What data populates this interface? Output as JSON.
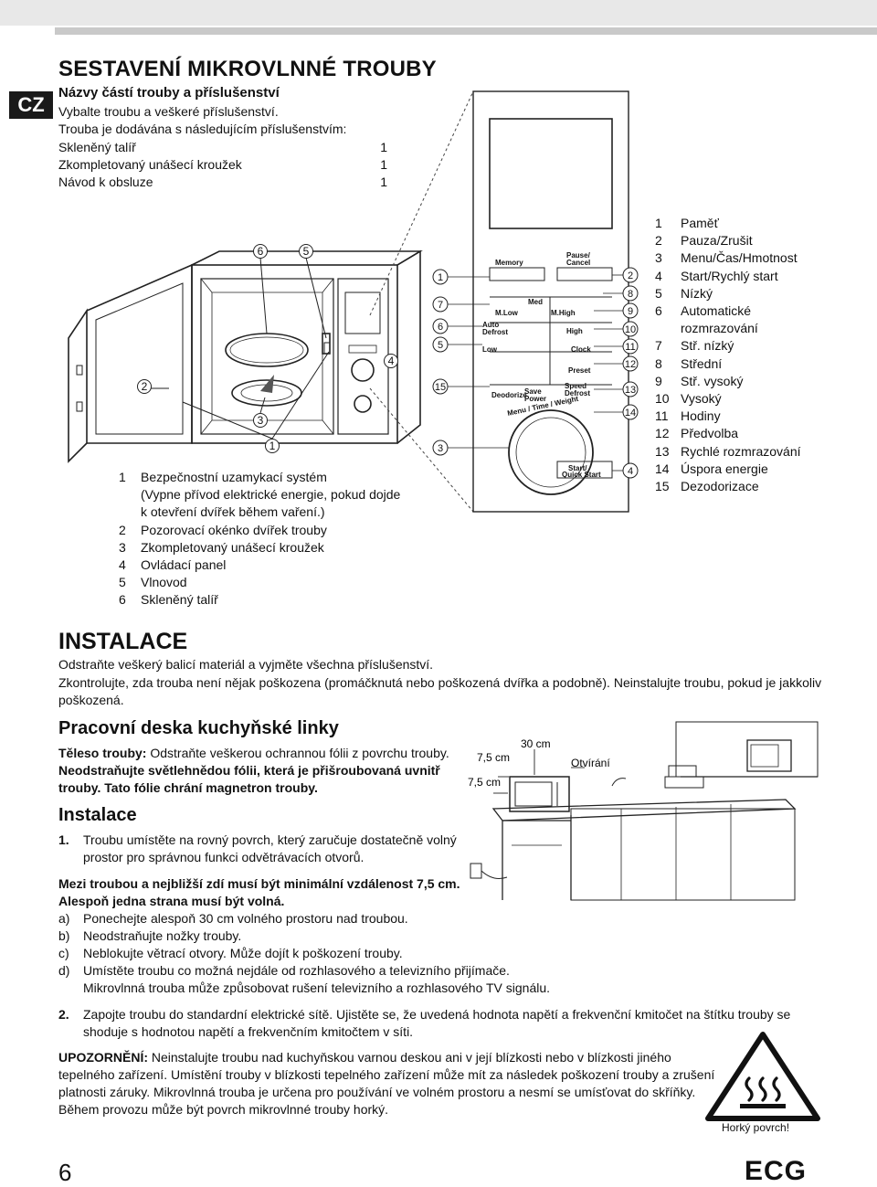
{
  "lang_tab": "CZ",
  "page_number": "6",
  "brand": "ECG",
  "header": {
    "title": "SESTAVENÍ MIKROVLNNÉ TROUBY",
    "subtitle": "Názvy částí trouby a příslušenství",
    "line1": "Vybalte troubu a veškeré příslušenství.",
    "line2": "Trouba je dodávána s následujícím příslušenstvím:"
  },
  "accessories": [
    {
      "name": "Skleněný talíř",
      "qty": "1"
    },
    {
      "name": "Zkompletovaný unášecí kroužek",
      "qty": "1"
    },
    {
      "name": "Návod k obsluze",
      "qty": "1"
    }
  ],
  "oven_parts": [
    {
      "num": "1",
      "text": "Bezpečnostní uzamykací systém"
    },
    {
      "num": "",
      "text": "(Vypne přívod elektrické energie, pokud dojde"
    },
    {
      "num": "",
      "text": "k otevření dvířek během vaření.)"
    },
    {
      "num": "2",
      "text": "Pozorovací okénko dvířek trouby"
    },
    {
      "num": "3",
      "text": "Zkompletovaný unášecí kroužek"
    },
    {
      "num": "4",
      "text": "Ovládací panel"
    },
    {
      "num": "5",
      "text": "Vlnovod"
    },
    {
      "num": "6",
      "text": "Skleněný talíř"
    }
  ],
  "panel_parts": [
    {
      "num": "1",
      "text": "Paměť"
    },
    {
      "num": "2",
      "text": "Pauza/Zrušit"
    },
    {
      "num": "3",
      "text": "Menu/Čas/Hmotnost"
    },
    {
      "num": "4",
      "text": "Start/Rychlý start"
    },
    {
      "num": "5",
      "text": "Nízký"
    },
    {
      "num": "6",
      "text": "Automatické"
    },
    {
      "num": "",
      "text": "rozmrazování"
    },
    {
      "num": "7",
      "text": "Stř. nízký"
    },
    {
      "num": "8",
      "text": "Střední"
    },
    {
      "num": "9",
      "text": "Stř. vysoký"
    },
    {
      "num": "10",
      "text": "Vysoký"
    },
    {
      "num": "11",
      "text": "Hodiny"
    },
    {
      "num": "12",
      "text": "Předvolba"
    },
    {
      "num": "13",
      "text": "Rychlé rozmrazování"
    },
    {
      "num": "14",
      "text": "Úspora energie"
    },
    {
      "num": "15",
      "text": "Dezodorizace"
    }
  ],
  "panel_labels": {
    "memory": "Memory",
    "pause_cancel_1": "Pause/",
    "pause_cancel_2": "Cancel",
    "mlow": "M.Low",
    "med": "Med",
    "mhigh": "M.High",
    "auto_defrost_1": "Auto",
    "auto_defrost_2": "Defrost",
    "high": "High",
    "low": "Low",
    "clock": "Clock",
    "preset": "Preset",
    "deodorize": "Deodorize",
    "save_power_1": "Save",
    "save_power_2": "Power",
    "speed_defrost_1": "Speed",
    "speed_defrost_2": "Defrost",
    "dial": "Menu / Time / Weight",
    "start_1": "Start/",
    "start_2": "Quick Start"
  },
  "installation": {
    "heading": "INSTALACE",
    "p1": "Odstraňte veškerý balicí materiál a vyjměte všechna příslušenství.",
    "p2": "Zkontrolujte, zda trouba není nějak poškozena (promáčknutá nebo poškozená dvířka a podobně). Neinstalujte troubu, pokud je jakkoliv",
    "p2b": "poškozená.",
    "worktop_heading": "Pracovní deska kuchyňské linky",
    "body_bold": "Těleso trouby:",
    "body_rest": " Odstraňte veškerou ochrannou fólii z povrchu trouby.",
    "film_1": "Neodstraňujte světlehnědou fólii, která je přišroubovaná uvnitř",
    "film_2": "trouby. Tato fólie chrání magnetron trouby.",
    "sub_heading": "Instalace",
    "step1_num": "1.",
    "step1_a": "Troubu umístěte na rovný povrch, který zaručuje dostatečně volný",
    "step1_b": "prostor pro správnou funkci odvětrávacích otvorů.",
    "min_1": "Mezi troubou a nejbližší zdí musí být minimální vzdálenost 7,5 cm.",
    "min_2": "Alespoň jedna strana musí být volná.",
    "items": [
      {
        "label": "a)",
        "text": "Ponechejte alespoň 30 cm volného prostoru nad troubou."
      },
      {
        "label": "b)",
        "text": "Neodstraňujte nožky trouby."
      },
      {
        "label": "c)",
        "text": "Neblokujte větrací otvory. Může dojít k poškození trouby."
      },
      {
        "label": "d)",
        "text": "Umístěte troubu co možná nejdále od rozhlasového a televizního přijímače."
      },
      {
        "label": "",
        "text": "Mikrovlnná trouba může způsobovat rušení televizního a rozhlasového TV signálu."
      }
    ],
    "step2_num": "2.",
    "step2_a": "Zapojte troubu do standardní elektrické sítě. Ujistěte se, že uvedená hodnota napětí a frekvenční kmitočet na štítku trouby se",
    "step2_b": "shoduje s hodnotou napětí a frekvenčním kmitočtem v síti.",
    "warn_bold": "UPOZORNĚNÍ:",
    "warn_1": " Neinstalujte troubu nad kuchyňskou varnou deskou ani v její blízkosti nebo v blízkosti jiného",
    "warn_2": "tepelného zařízení. Umístění trouby v blízkosti tepelného zařízení může mít za následek poškození trouby a zrušení",
    "warn_3": "platnosti záruky. Mikrovlnná trouba je určena pro používání ve volném prostoru a nesmí se umísťovat do skříňky.",
    "warn_4": "Během provozu může být povrch mikrovlnné trouby horký.",
    "hot_surface": "Horký povrch!",
    "dim_top": "30 cm",
    "dim_side1": "7,5 cm",
    "dim_side2": "7,5 cm",
    "open_label": "Otvírání"
  },
  "callouts": {
    "oven": [
      "6",
      "5",
      "2",
      "4",
      "3",
      "1"
    ],
    "panel_left": [
      "1",
      "7",
      "6",
      "5",
      "15",
      "3"
    ],
    "panel_right": [
      "2",
      "8",
      "9",
      "10",
      "11",
      "12",
      "13",
      "14",
      "4"
    ]
  }
}
